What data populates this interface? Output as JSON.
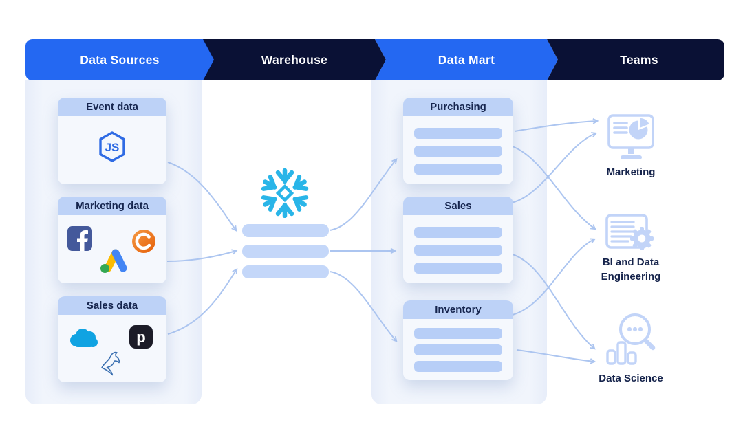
{
  "header": {
    "segments": [
      {
        "label": "Data Sources"
      },
      {
        "label": "Warehouse"
      },
      {
        "label": "Data Mart"
      },
      {
        "label": "Teams"
      }
    ]
  },
  "data_sources": {
    "cards": [
      {
        "title": "Event data",
        "icons": [
          "js-hexagon-icon"
        ]
      },
      {
        "title": "Marketing data",
        "icons": [
          "facebook-icon",
          "orange-c-icon",
          "google-ads-icon"
        ]
      },
      {
        "title": "Sales data",
        "icons": [
          "salesforce-cloud-icon",
          "pendo-icon",
          "mysql-dolphin-icon"
        ]
      }
    ]
  },
  "warehouse": {
    "icon": "snowflake-icon",
    "table_rows": 3
  },
  "data_mart": {
    "cards": [
      {
        "title": "Purchasing",
        "rows": 3
      },
      {
        "title": "Sales",
        "rows": 3
      },
      {
        "title": "Inventory",
        "rows": 3
      }
    ]
  },
  "teams": [
    {
      "label": "Marketing",
      "icon": "monitor-pie-chart-icon"
    },
    {
      "label": "BI and Data Engineering",
      "icon": "document-gear-icon"
    },
    {
      "label": "Data Science",
      "icon": "magnifier-bar-chart-icon"
    }
  ],
  "connections": [
    {
      "from": "Event data",
      "to": "Warehouse"
    },
    {
      "from": "Marketing data",
      "to": "Warehouse"
    },
    {
      "from": "Sales data",
      "to": "Warehouse"
    },
    {
      "from": "Warehouse",
      "to": "Purchasing"
    },
    {
      "from": "Warehouse",
      "to": "Sales"
    },
    {
      "from": "Warehouse",
      "to": "Inventory"
    },
    {
      "from": "Purchasing",
      "to": "Marketing"
    },
    {
      "from": "Purchasing",
      "to": "BI and Data Engineering"
    },
    {
      "from": "Sales",
      "to": "Marketing"
    },
    {
      "from": "Sales",
      "to": "Data Science"
    },
    {
      "from": "Inventory",
      "to": "BI and Data Engineering"
    },
    {
      "from": "Inventory",
      "to": "Data Science"
    }
  ],
  "colors": {
    "header_blue": "#2468F2",
    "header_navy": "#0A1135",
    "panel": "#F1F5FC",
    "card_header": "#BDD2F7",
    "row_bar": "#B7CEF7",
    "arrow": "#ACC5F0",
    "snowflake": "#29B5E8",
    "team_icon": "#C2D4F8",
    "label_text": "#15234B"
  }
}
